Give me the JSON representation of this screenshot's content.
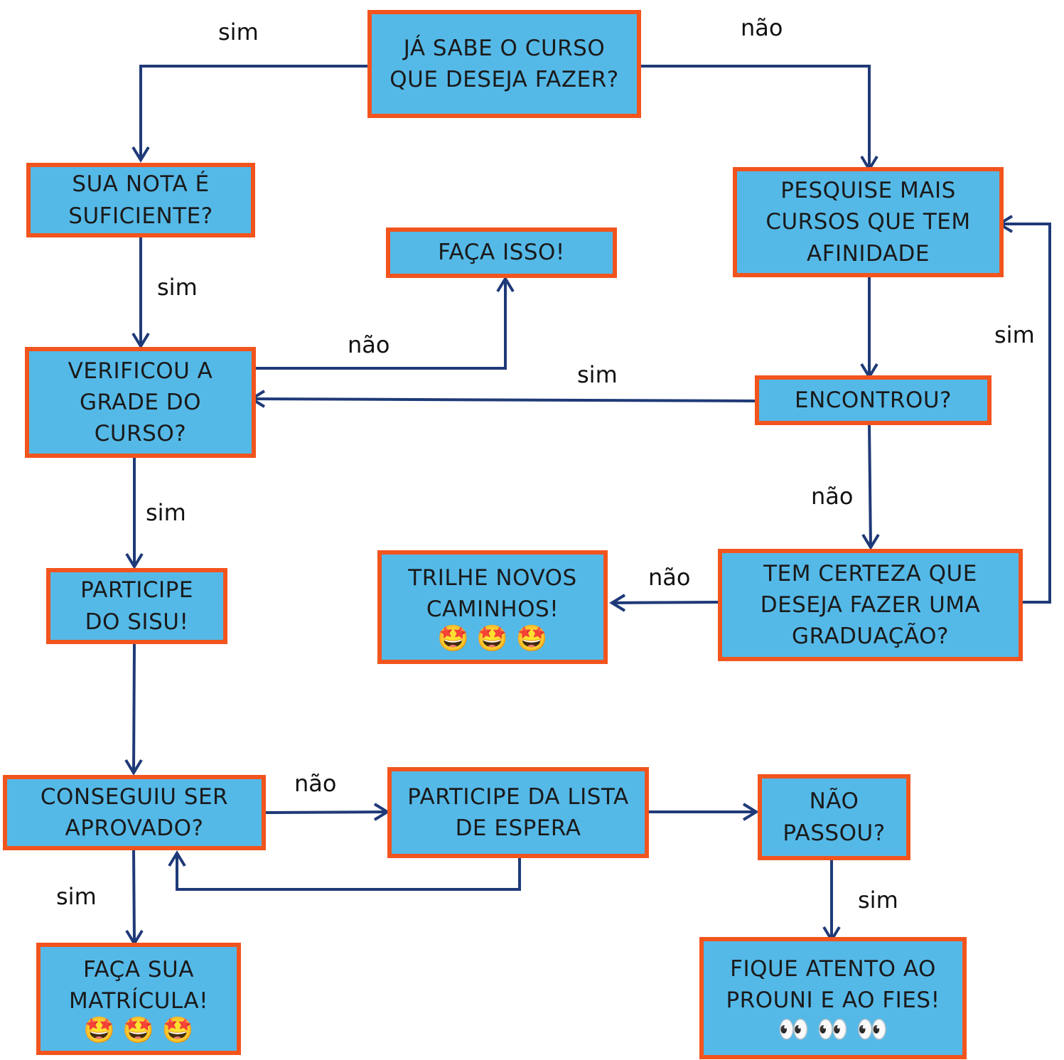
{
  "nodes": {
    "ja_sabe": "JÁ SABE O CURSO QUE DESEJA FAZER?",
    "nota": "SUA NOTA É SUFICIENTE?",
    "faca_isso": "FAÇA ISSO!",
    "pesquise": "PESQUISE MAIS CURSOS QUE TEM AFINIDADE",
    "verificou": "VERIFICOU A GRADE DO CURSO?",
    "encontrou": "ENCONTROU?",
    "participe_sisu": "PARTICIPE DO SISU!",
    "trilhe": "TRILHE NOVOS CAMINHOS!",
    "certeza": "TEM CERTEZA QUE DESEJA FAZER UMA GRADUAÇÃO?",
    "conseguiu": "CONSEGUIU SER APROVADO?",
    "lista": "PARTICIPE DA LISTA DE ESPERA",
    "nao_passou": "NÃO PASSOU?",
    "matricula": "FAÇA SUA MATRÍCULA!",
    "prouni": "FIQUE ATENTO AO PROUNI E AO FIES!"
  },
  "emojis": {
    "star_eyes": "🤩",
    "eyes": "👀"
  },
  "labels": {
    "sim": "sim",
    "nao": "não"
  },
  "colors": {
    "box_fill": "#55b9e8",
    "box_border": "#f2541d",
    "arrow": "#1f3a78"
  }
}
